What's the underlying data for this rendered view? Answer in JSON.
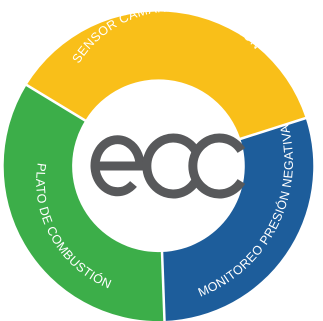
{
  "logo": {
    "text": "ECC",
    "color": "#58595b"
  },
  "segments": [
    {
      "key": "top",
      "label": "SENSOR CÁMARA COMBUSTIÓN",
      "color": "#f9bf19"
    },
    {
      "key": "right",
      "label": "MONITOREO PRESIÓN NEGATIVA",
      "color": "#1d5d9b"
    },
    {
      "key": "left",
      "label": "PLATO DE COMBUSTIÓN",
      "color": "#3cae49"
    }
  ],
  "colors": {
    "background": "#ffffff",
    "text": "#ffffff",
    "divider": "#ffffff"
  }
}
